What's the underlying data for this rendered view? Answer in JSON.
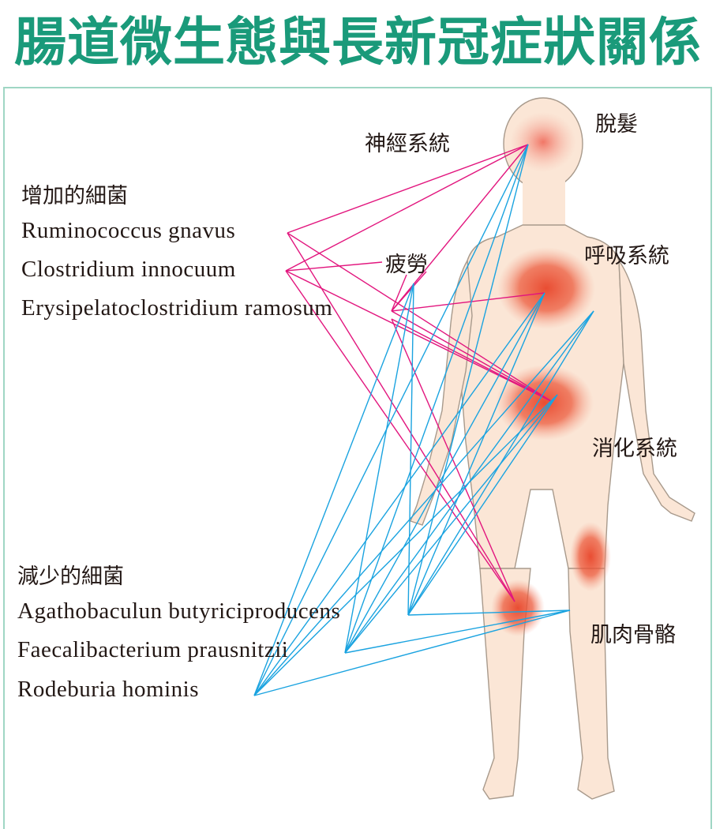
{
  "title": "腸道微生態與長新冠症狀關係",
  "colors": {
    "title": "#1a9a7a",
    "frame_border": "#9fd6c4",
    "increased_link": "#e2167e",
    "decreased_link": "#1aa3e0",
    "inflammation": "#e8452a",
    "skin": "#fbe6d6",
    "text": "#231815"
  },
  "increased_bacteria": {
    "heading": "增加的細菌",
    "items": [
      {
        "name": "Ruminococcus gnavus"
      },
      {
        "name": "Clostridium innocuum"
      },
      {
        "name": "Erysipelatoclostridium ramosum"
      }
    ]
  },
  "decreased_bacteria": {
    "heading": "減少的細菌",
    "items": [
      {
        "name": "Agathobaculun butyriciproducens"
      },
      {
        "name": "Faecalibacterium prausnitzii"
      },
      {
        "name": "Rodeburia hominis"
      }
    ]
  },
  "symptoms": {
    "nervous_system": "神經系統",
    "hair_loss": "脫髮",
    "fatigue": "疲勞",
    "respiratory_system": "呼吸系統",
    "digestive_system": "消化系統",
    "musculoskeletal": "肌肉骨骼"
  },
  "links": {
    "increased": [
      {
        "from": "Ruminococcus gnavus",
        "to": [
          "神經系統",
          "消化系統",
          "肌肉骨骼"
        ]
      },
      {
        "from": "Clostridium innocuum",
        "to": [
          "神經系統",
          "疲勞",
          "消化系統",
          "肌肉骨骼"
        ]
      },
      {
        "from": "Erysipelatoclostridium ramosum",
        "to": [
          "神經系統",
          "疲勞",
          "呼吸系統",
          "消化系統",
          "肌肉骨骼"
        ]
      }
    ],
    "decreased": [
      {
        "from": "Agathobaculun butyriciproducens",
        "to": [
          "神經系統",
          "疲勞",
          "呼吸系統",
          "消化系統",
          "肌肉骨骼"
        ]
      },
      {
        "from": "Faecalibacterium prausnitzii",
        "to": [
          "神經系統",
          "疲勞",
          "呼吸系統",
          "消化系統",
          "肌肉骨骼"
        ]
      },
      {
        "from": "Rodeburia hominis",
        "to": [
          "神經系統",
          "疲勞",
          "呼吸系統",
          "消化系統",
          "肌肉骨骼"
        ]
      }
    ]
  }
}
